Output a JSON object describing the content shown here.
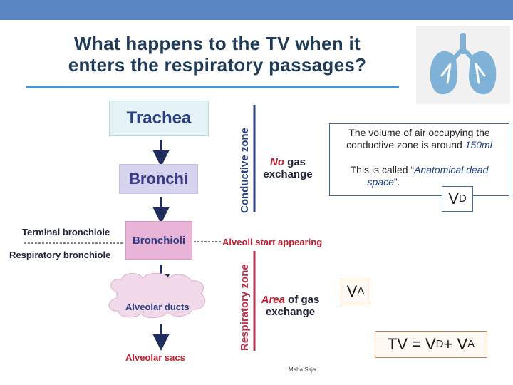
{
  "title": {
    "line1": "What happens to the TV when it",
    "line2": "enters the respiratory passages?"
  },
  "diagram": {
    "trachea": "Trachea",
    "bronchi": "Bronchi",
    "bronchioli": "Bronchioli",
    "terminal_bronchiole": "Terminal bronchiole",
    "respiratory_bronchiole": "Respiratory bronchiole",
    "alveolar_ducts": "Alveolar ducts",
    "alveolar_sacs": "Alveolar sacs",
    "conductive_zone": "Conductive zone",
    "respiratory_zone": "Respiratory zone",
    "no_gas_prefix": "No",
    "no_gas_suffix": " gas",
    "no_gas_line2": "exchange",
    "area_gas_prefix": "Area",
    "area_gas_suffix": " of gas",
    "area_gas_line2": "exchange",
    "alveoli_start": "Alveoli start appearing"
  },
  "info_box": {
    "line1": "The volume of air occupying the",
    "line2_prefix": "conductive zone is around ",
    "line2_value": "150ml",
    "line3_prefix": "This is called “",
    "line3_term_a": "Anatomical dead",
    "line4_term_b": "space",
    "line4_suffix": "”."
  },
  "symbols": {
    "vd_main": "V",
    "vd_sub": "D",
    "va_main": "V",
    "va_sub": "A"
  },
  "equation": {
    "lhs": "TV = V",
    "sub_d": "D",
    "plus": " + V",
    "sub_a": "A"
  },
  "author": "Maha Saja",
  "colors": {
    "top_bar": "#5a86c4",
    "title": "#1f3b57",
    "red_label": "#c0202d",
    "conductive_zone": "#2a3f82",
    "respiratory_zone": "#b8304a",
    "lung": "#7fb2d6"
  }
}
